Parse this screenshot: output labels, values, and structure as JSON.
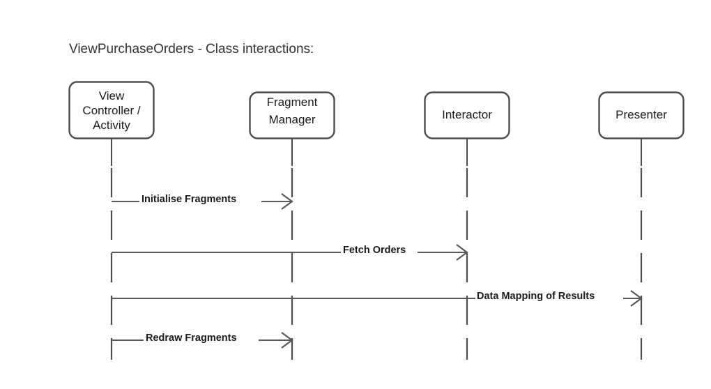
{
  "diagram": {
    "title": "ViewPurchaseOrders - Class interactions:",
    "type": "sequence-diagram",
    "colors": {
      "background": "#ffffff",
      "box_stroke": "#4d4d4d",
      "lifeline": "#4d4d4d",
      "arrow": "#595959",
      "title_text": "#333333",
      "label_text": "#1a1a1a"
    },
    "participants": [
      {
        "id": "view-controller-activity",
        "lines": [
          "View",
          "Controller /",
          "Activity"
        ],
        "name": "View Controller / Activity"
      },
      {
        "id": "fragment-manager",
        "lines": [
          "Fragment",
          "Manager"
        ],
        "name": "Fragment Manager"
      },
      {
        "id": "interactor",
        "lines": [
          "Interactor"
        ],
        "name": "Interactor"
      },
      {
        "id": "presenter",
        "lines": [
          "Presenter"
        ],
        "name": "Presenter"
      }
    ],
    "messages": [
      {
        "id": "initialise-fragments",
        "label": "Initialise Fragments",
        "from": "view-controller-activity",
        "to": "fragment-manager",
        "order": "1"
      },
      {
        "id": "fetch-orders",
        "label": "Fetch Orders",
        "from": "view-controller-activity",
        "to": "interactor",
        "order": "2"
      },
      {
        "id": "data-mapping-of-results",
        "label": "Data Mapping of Results",
        "from": "view-controller-activity",
        "to": "presenter",
        "order": "3"
      },
      {
        "id": "redraw-fragments",
        "label": "Redraw Fragments",
        "from": "view-controller-activity",
        "to": "fragment-manager",
        "order": "4"
      }
    ]
  }
}
